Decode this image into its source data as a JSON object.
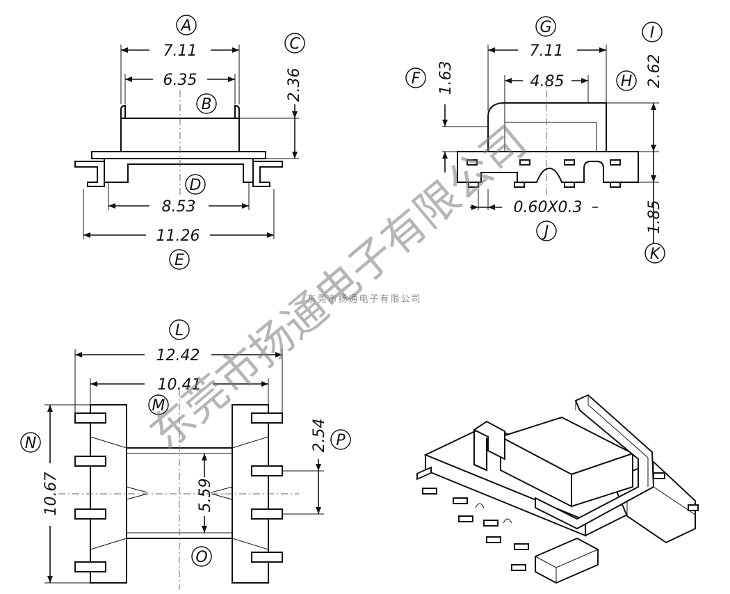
{
  "labels": {
    "A": "A",
    "B": "B",
    "C": "C",
    "D": "D",
    "E": "E",
    "F": "F",
    "G": "G",
    "H": "H",
    "I": "I",
    "J": "J",
    "K": "K",
    "L": "L",
    "M": "M",
    "N": "N",
    "O": "O",
    "P": "P"
  },
  "dimensions": {
    "A": "7.11",
    "B": "6.35",
    "C": "2.36",
    "D": "8.53",
    "E": "11.26",
    "F": "1.63",
    "G": "7.11",
    "H": "4.85",
    "I": "2.62",
    "J": "0.60X0.3",
    "K": "1.85",
    "L": "12.42",
    "M": "10.41",
    "N": "10.67",
    "O": "5.59",
    "P": "2.54"
  },
  "watermark": {
    "large": "东莞市扬通电子有限公司",
    "small": "东莞市扬通电子有限公司"
  }
}
